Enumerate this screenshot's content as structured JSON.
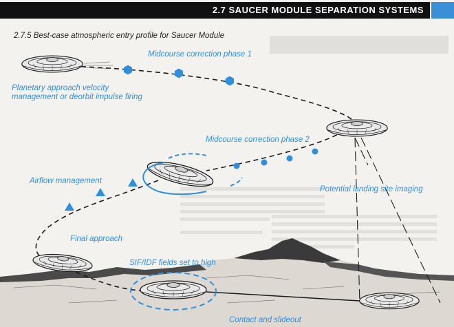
{
  "header": {
    "title": "2.7 SAUCER MODULE SEPARATION SYSTEMS",
    "accent_color": "#3a8fd6"
  },
  "figure": {
    "title": "2.7.5 Best-case atmospheric entry profile for Saucer Module"
  },
  "labels": {
    "midcourse_1": "Midcourse correction phase 1",
    "planetary_approach_line1": "Planetary approach velocity",
    "planetary_approach_line2": "management or deorbit impulse firing",
    "midcourse_2": "Midcourse correction phase 2",
    "airflow": "Airflow management",
    "landing_site": "Potential landing site imaging",
    "final_approach": "Final approach",
    "sif_idf": "SIF/IDF fields set to high",
    "contact": "Contact and slideout"
  },
  "colors": {
    "label_blue": "#2f8fdf",
    "marker_blue": "#2f8fdf",
    "ink": "#1a1a1a"
  },
  "icons": {
    "phase1_markers": "hexagon",
    "phase2_markers": "circle",
    "airflow_markers": "triangle"
  }
}
